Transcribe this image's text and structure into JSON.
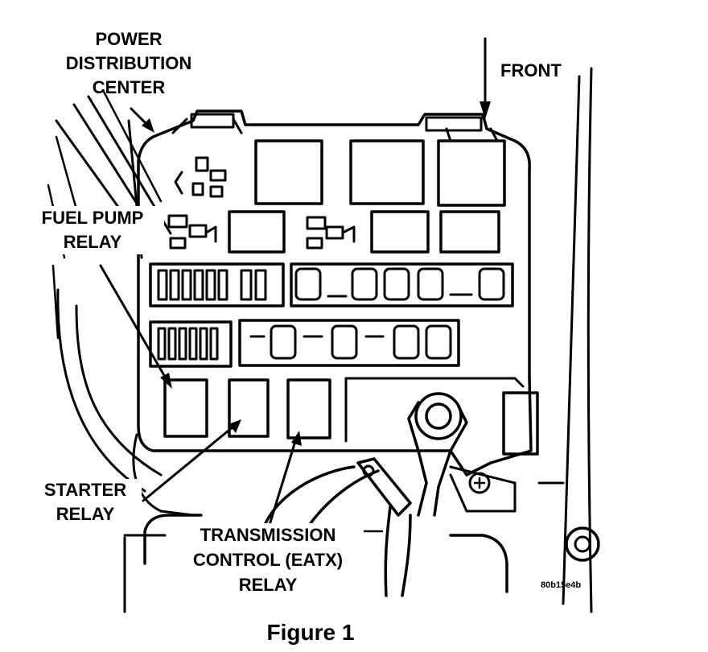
{
  "labels": {
    "pdc": [
      "POWER",
      "DISTRIBUTION",
      "CENTER"
    ],
    "front": "FRONT",
    "fuel_pump_relay": [
      "FUEL PUMP",
      "RELAY"
    ],
    "starter_relay": [
      "STARTER",
      "RELAY"
    ],
    "eatx_relay": [
      "TRANSMISSION",
      "CONTROL (EATX)",
      "RELAY"
    ],
    "image_code": "80b15e4b",
    "caption": "Figure 1"
  }
}
